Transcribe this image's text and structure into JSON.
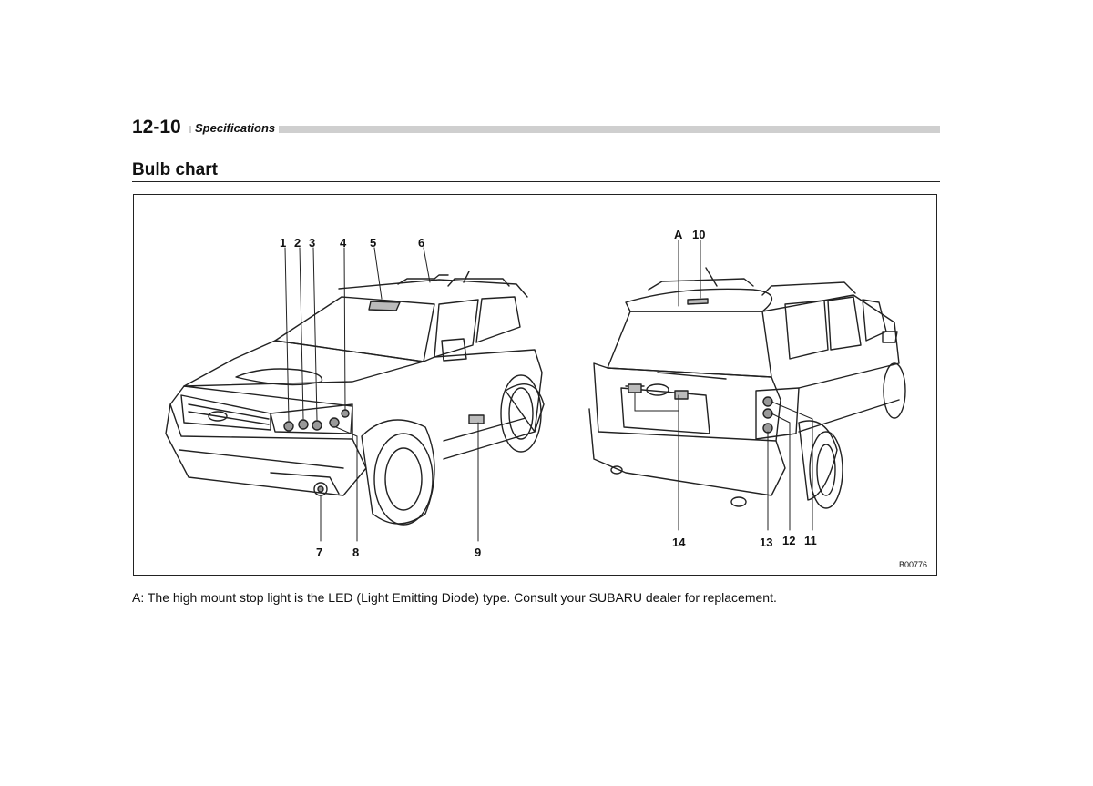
{
  "header": {
    "page_number": "12-10",
    "section": "Specifications"
  },
  "title": "Bulb chart",
  "figure": {
    "code": "B00776",
    "labels": {
      "l1": "1",
      "l2": "2",
      "l3": "3",
      "l4": "4",
      "l5": "5",
      "l6": "6",
      "l7": "7",
      "l8": "8",
      "l9": "9",
      "lA": "A",
      "l10": "10",
      "l14": "14",
      "l13": "13",
      "l12": "12",
      "l11": "11"
    }
  },
  "note": "A: The high mount stop light is the LED (Light Emitting Diode) type. Consult your SUBARU dealer for replacement."
}
